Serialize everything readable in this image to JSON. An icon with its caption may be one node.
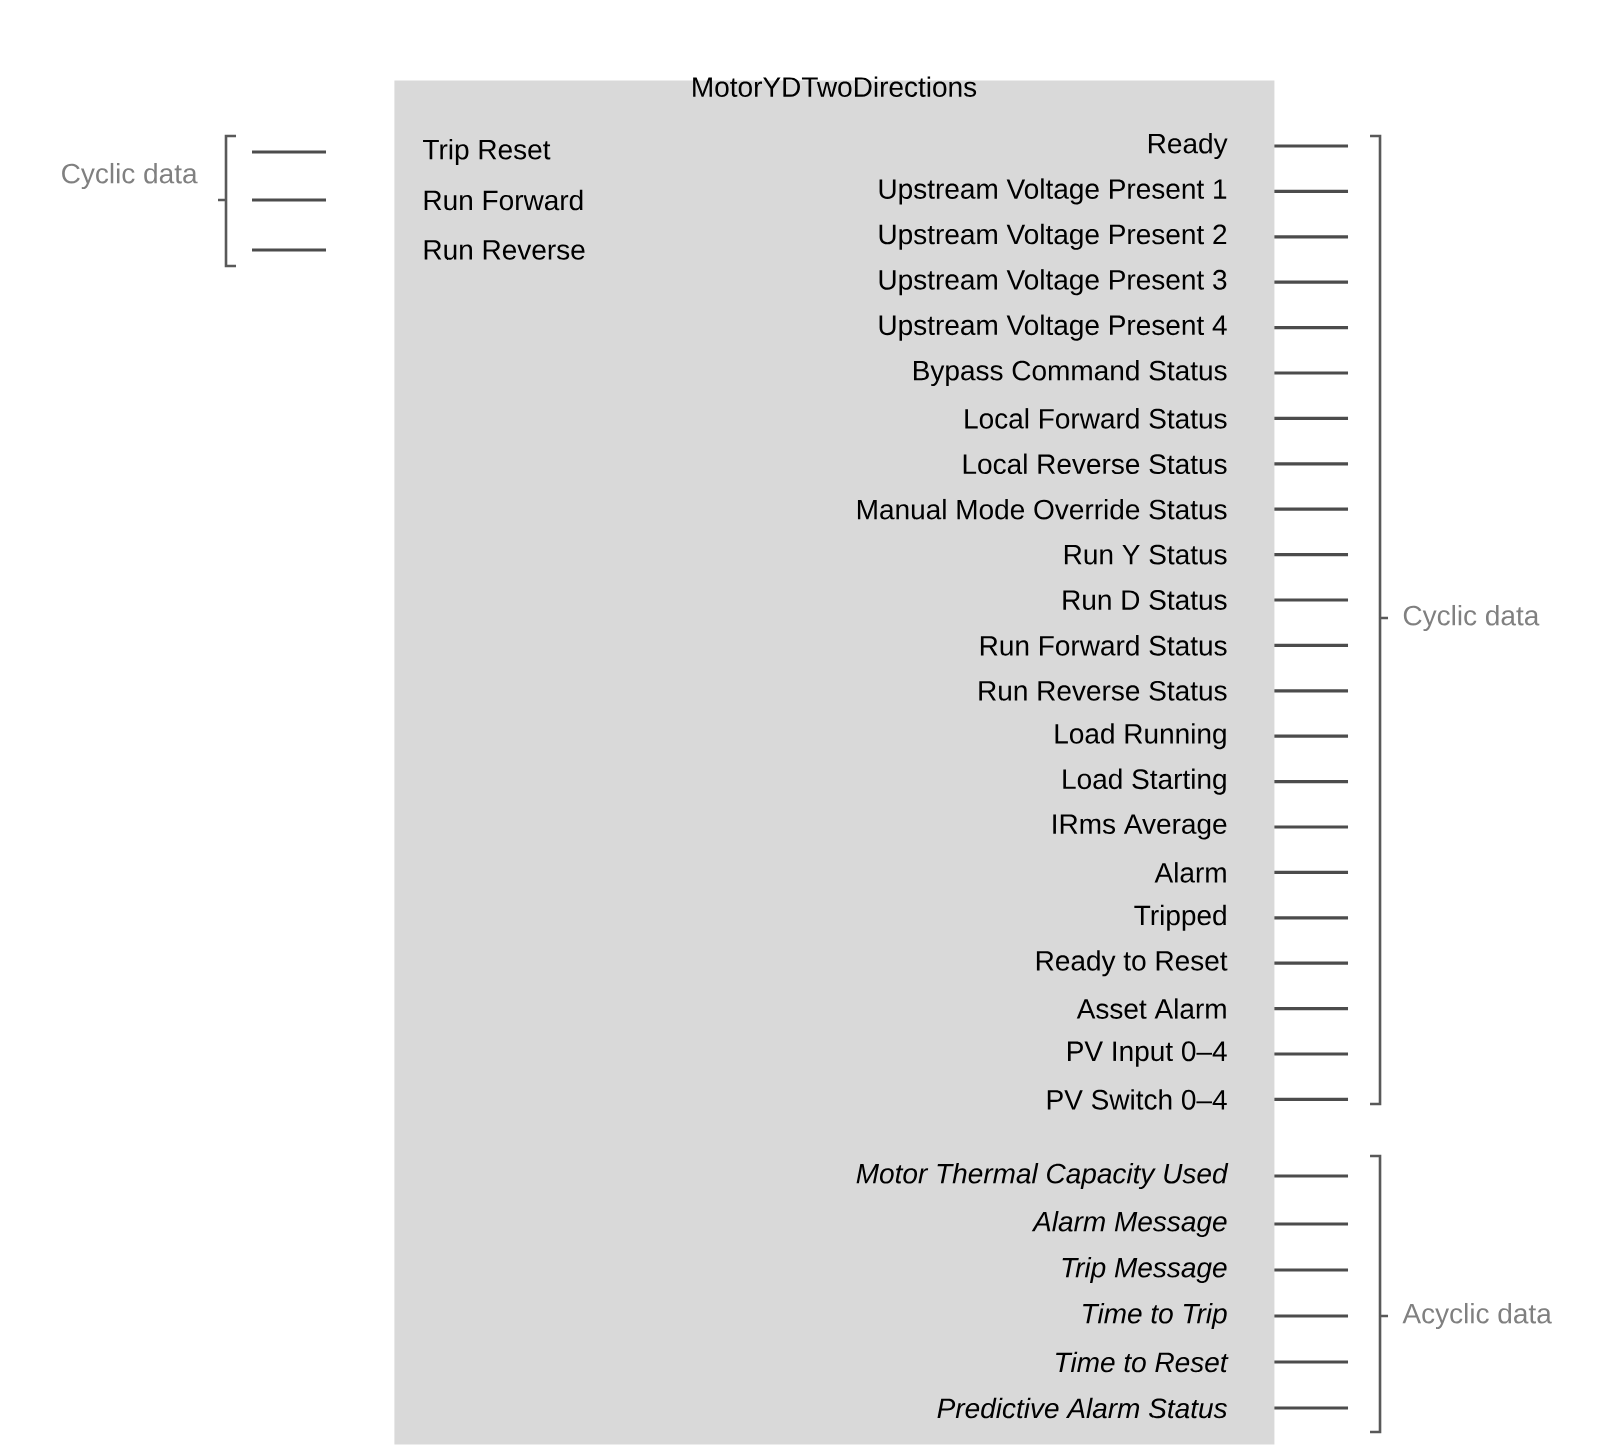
{
  "diagram": {
    "nodes": [
      {
        "text": [
          "MotorYDTwoDirections",
          "Trip Reset",
          "Run Forward",
          "Run Reverse",
          "Ready",
          "Upstream Voltage Present 1",
          "Upstream Voltage Present 2",
          "Upstream Voltage Present 3",
          "Upstream Voltage Present 4",
          "Bypass Command Status",
          "Local Forward Status",
          "Local Reverse Status",
          "Manual Mode Override Status",
          "Run Y Status",
          "Run D Status",
          "Run Forward Status",
          "Run Reverse Status",
          "Load Running",
          "Load Starting",
          "IRms Average",
          "Alarm",
          "Tripped",
          "Ready to Reset",
          "Asset Alarm",
          "PV Input 0–4",
          "PV Switch 0–4",
          "Motor Thermal Capacity Used",
          "Alarm Message",
          "Trip  Message",
          "Time to Trip",
          "Time to Reset",
          "Predictive Alarm Status"
        ]
      }
    ],
    "labels": [
      "Cyclic data",
      "Cyclic data",
      "Acyclic data"
    ]
  }
}
